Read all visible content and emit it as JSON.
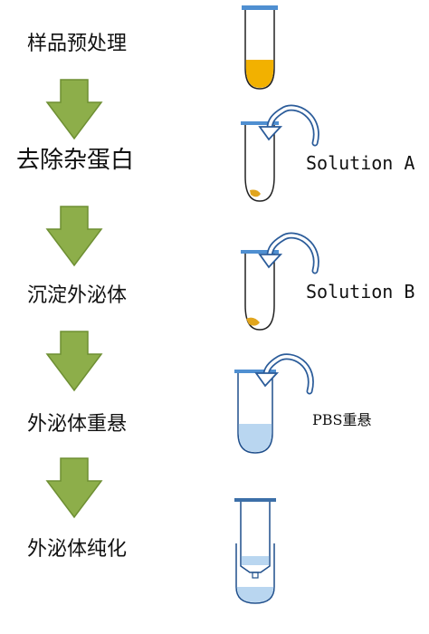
{
  "steps": [
    {
      "label": "样品预处理"
    },
    {
      "label": "去除杂蛋白"
    },
    {
      "label": "沉淀外泌体"
    },
    {
      "label": "外泌体重悬"
    },
    {
      "label": "外泌体纯化"
    }
  ],
  "reagents": {
    "solution_a": "Solution A",
    "solution_b": "Solution B",
    "pbs": "PBS重悬"
  },
  "colors": {
    "arrow_fill": "#8dae4a",
    "arrow_stroke": "#6e8f33",
    "tube_cap": "#4f8fd1",
    "tube_outline": "#1f4f8c",
    "sample_fill": "#f2b100",
    "pellet_fill": "#e1a51d",
    "liquid_fill": "#b9d6f0",
    "curved_arrow_stroke": "#2b5c9a"
  },
  "icons": {
    "down_arrow": "down-arrow-icon",
    "tube": "test-tube-icon",
    "curved_arrow": "curved-arrow-icon"
  }
}
